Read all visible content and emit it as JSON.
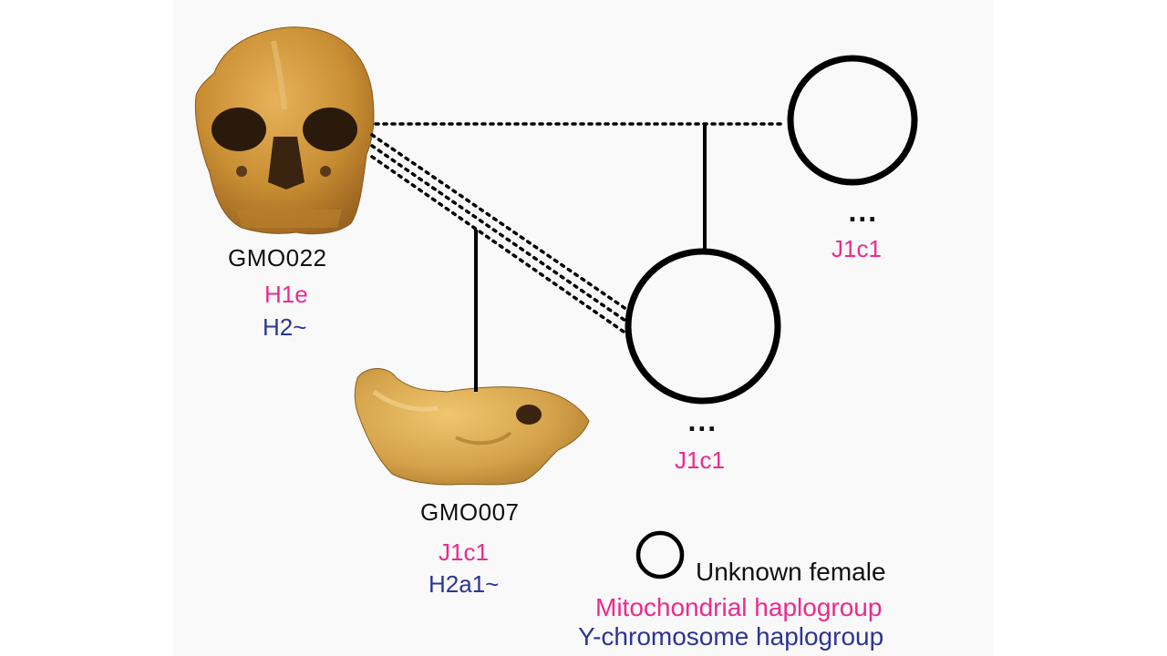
{
  "colors": {
    "mito": "#ec2a8e",
    "ychrom": "#2d3590",
    "line": "#000000",
    "bone": "#c98e33"
  },
  "individuals": [
    {
      "id": "GMO022",
      "mito": "H1e",
      "ychrom": "H2~"
    },
    {
      "id": "GMO007",
      "mito": "J1c1",
      "ychrom": "H2a1~"
    }
  ],
  "females": [
    {
      "dots": "...",
      "mito": "J1c1"
    },
    {
      "dots": "...",
      "mito": "J1c1"
    }
  ],
  "legend": {
    "circle_label": "Unknown female",
    "mito_label": "Mitochondrial haplogroup",
    "ychrom_label": "Y-chromosome haplogroup"
  }
}
